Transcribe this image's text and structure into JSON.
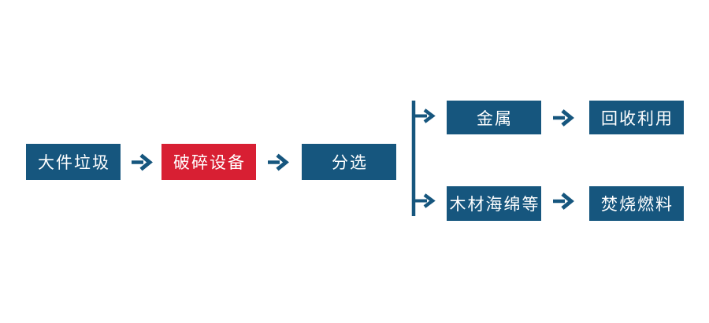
{
  "colors": {
    "node_blue": "#16567E",
    "node_red": "#D81F33",
    "arrow_blue": "#16567E",
    "text_white": "#FFFFFF",
    "background": "#FFFFFF"
  },
  "diagram": {
    "nodes": {
      "bulky_waste": "大件垃圾",
      "crushing": "破碎设备",
      "sorting": "分选",
      "metal": "金属",
      "recycling": "回收利用",
      "wood_sponge": "木材海绵等",
      "incineration": "焚烧燃料"
    },
    "edges": [
      {
        "from": "bulky_waste",
        "to": "crushing"
      },
      {
        "from": "crushing",
        "to": "sorting"
      },
      {
        "from": "sorting",
        "to": "metal"
      },
      {
        "from": "sorting",
        "to": "wood_sponge"
      },
      {
        "from": "metal",
        "to": "recycling"
      },
      {
        "from": "wood_sponge",
        "to": "incineration"
      }
    ]
  }
}
